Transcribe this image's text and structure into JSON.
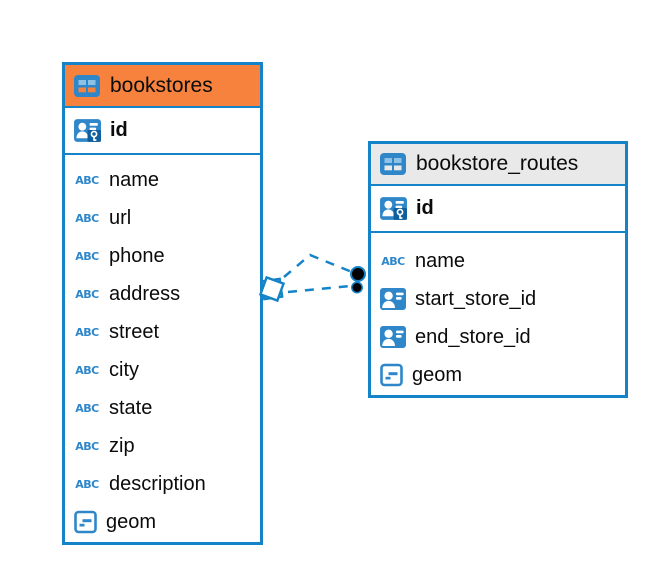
{
  "colors": {
    "accent_blue": "#1583c7",
    "icon_blue": "#2f87c9",
    "icon_light_blue": "#8ec1e6",
    "key_badge_blue": "#0f5f9e",
    "header_orange": "#f6823e",
    "header_gray": "#e9e9e9",
    "marker_black": "#000000",
    "text": "#0b0b0b"
  },
  "icons": {
    "text_type_label": "ABC",
    "table_icon": "table-grid",
    "primary_key_icon": "user-with-key",
    "reference_icon": "user-card",
    "object_type_icon": "square-with-dash"
  },
  "tables": [
    {
      "name": "bookstores",
      "header_style": "orange",
      "primary_key": {
        "name": "id"
      },
      "columns": [
        {
          "name": "name",
          "type": "text"
        },
        {
          "name": "url",
          "type": "text"
        },
        {
          "name": "phone",
          "type": "text"
        },
        {
          "name": "address",
          "type": "text"
        },
        {
          "name": "street",
          "type": "text"
        },
        {
          "name": "city",
          "type": "text"
        },
        {
          "name": "state",
          "type": "text"
        },
        {
          "name": "zip",
          "type": "text"
        },
        {
          "name": "description",
          "type": "text"
        },
        {
          "name": "geom",
          "type": "object"
        }
      ]
    },
    {
      "name": "bookstore_routes",
      "header_style": "gray",
      "primary_key": {
        "name": "id"
      },
      "columns": [
        {
          "name": "name",
          "type": "text"
        },
        {
          "name": "start_store_id",
          "type": "reference"
        },
        {
          "name": "end_store_id",
          "type": "reference"
        },
        {
          "name": "geom",
          "type": "object"
        }
      ]
    }
  ],
  "relationships": [
    {
      "from_table": "bookstores",
      "to_table": "bookstore_routes",
      "line_style": "dashed",
      "source_marker": "diamond",
      "target_marker": "filled-dot"
    },
    {
      "from_table": "bookstores",
      "to_table": "bookstore_routes",
      "line_style": "dashed",
      "source_marker": "diamond",
      "target_marker": "filled-dot"
    }
  ]
}
